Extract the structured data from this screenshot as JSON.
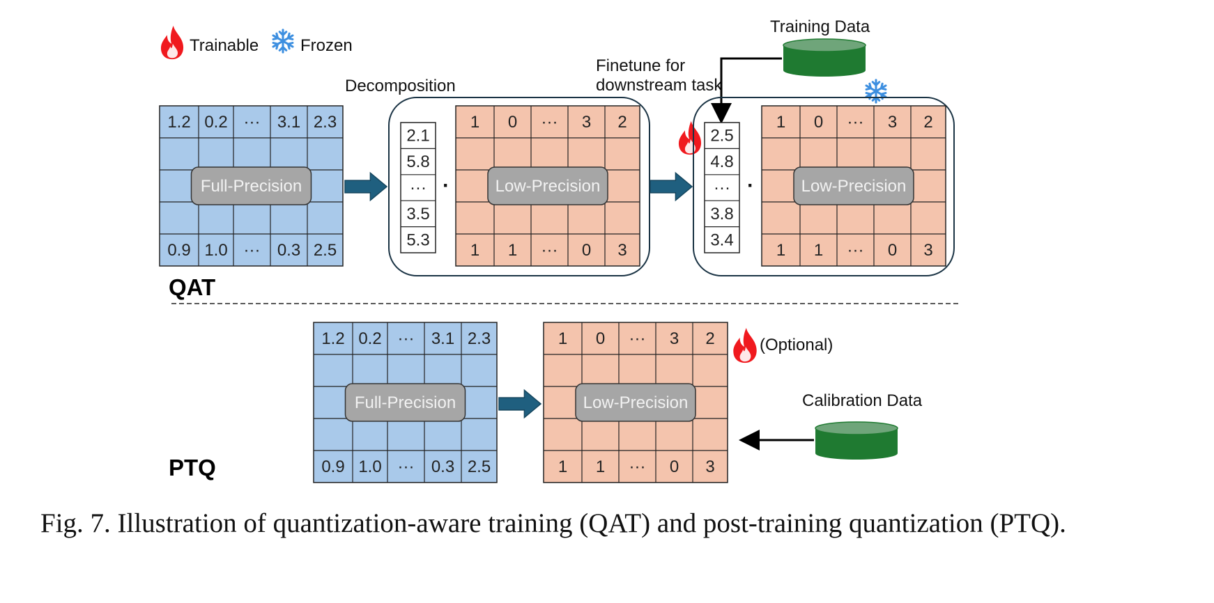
{
  "legend": {
    "trainable": "Trainable",
    "frozen": "Frozen"
  },
  "qat": {
    "section_label": "QAT",
    "decomposition_label": "Decomposition",
    "finetune_label_line1": "Finetune for",
    "finetune_label_line2": "downstream task",
    "training_data_label": "Training Data",
    "full_precision_matrix": {
      "pill": "Full-Precision",
      "top_row": [
        "1.2",
        "0.2",
        "···",
        "3.1",
        "2.3"
      ],
      "bottom_row": [
        "0.9",
        "1.0",
        "···",
        "0.3",
        "2.5"
      ]
    },
    "decomposed": {
      "scale_vector": [
        "2.1",
        "5.8",
        "···",
        "3.5",
        "5.3"
      ],
      "dot": "·",
      "pill": "Low-Precision",
      "top_row": [
        "1",
        "0",
        "···",
        "3",
        "2"
      ],
      "bottom_row": [
        "1",
        "1",
        "···",
        "0",
        "3"
      ]
    },
    "finetuned": {
      "scale_vector": [
        "2.5",
        "4.8",
        "···",
        "3.8",
        "3.4"
      ],
      "dot": "·",
      "pill": "Low-Precision",
      "top_row": [
        "1",
        "0",
        "···",
        "3",
        "2"
      ],
      "bottom_row": [
        "1",
        "1",
        "···",
        "0",
        "3"
      ]
    }
  },
  "ptq": {
    "section_label": "PTQ",
    "optional_label": "(Optional)",
    "calibration_data_label": "Calibration Data",
    "full_precision_matrix": {
      "pill": "Full-Precision",
      "top_row": [
        "1.2",
        "0.2",
        "···",
        "3.1",
        "2.3"
      ],
      "bottom_row": [
        "0.9",
        "1.0",
        "···",
        "0.3",
        "2.5"
      ]
    },
    "low_precision_matrix": {
      "pill": "Low-Precision",
      "top_row": [
        "1",
        "0",
        "···",
        "3",
        "2"
      ],
      "bottom_row": [
        "1",
        "1",
        "···",
        "0",
        "3"
      ]
    }
  },
  "caption": "Fig. 7.  Illustration of quantization-aware training (QAT) and post-training quantization (PTQ).",
  "colors": {
    "full_precision_fill": "#a9c9ea",
    "low_precision_fill": "#f4c4ad",
    "pill_fill": "#a6a6a6",
    "arrow_fill": "#1f5f7f",
    "cylinder_fill": "#1f7a31",
    "cylinder_top": "#6fa57a",
    "flame": "#f0191e",
    "snowflake": "#3d8fe0"
  },
  "icons": [
    "flame-icon",
    "snowflake-icon",
    "database-icon",
    "right-arrow-icon"
  ]
}
